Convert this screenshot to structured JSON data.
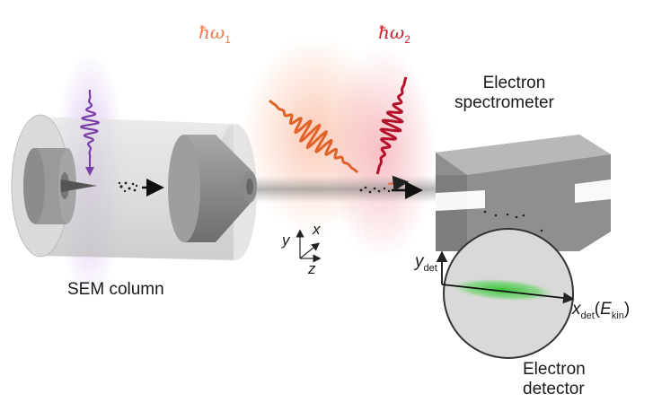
{
  "photon1": {
    "hbar": "ħ",
    "omega": "ω",
    "sub": "1",
    "color": "#f07a4a"
  },
  "photon2": {
    "hbar": "ħ",
    "omega": "ω",
    "sub": "2",
    "color": "#c8202a"
  },
  "sem_label": "SEM column",
  "spectrometer_label": {
    "line1": "Electron",
    "line2": "spectrometer"
  },
  "detector_label": {
    "line1": "Electron",
    "line2": "detector"
  },
  "axes": {
    "y": "y",
    "x": "x",
    "z": "z"
  },
  "det_y": {
    "main": "y",
    "sub": "det"
  },
  "det_x": {
    "main": "x",
    "sub": "det",
    "paren_open": "(",
    "e": "E",
    "e_sub": "kin",
    "paren_close": ")"
  },
  "colors": {
    "pulse_purple": "#7a3ea8",
    "pulse_orange": "#e0642a",
    "pulse_red": "#b3122a",
    "detector_signal": "#3ec43e"
  }
}
